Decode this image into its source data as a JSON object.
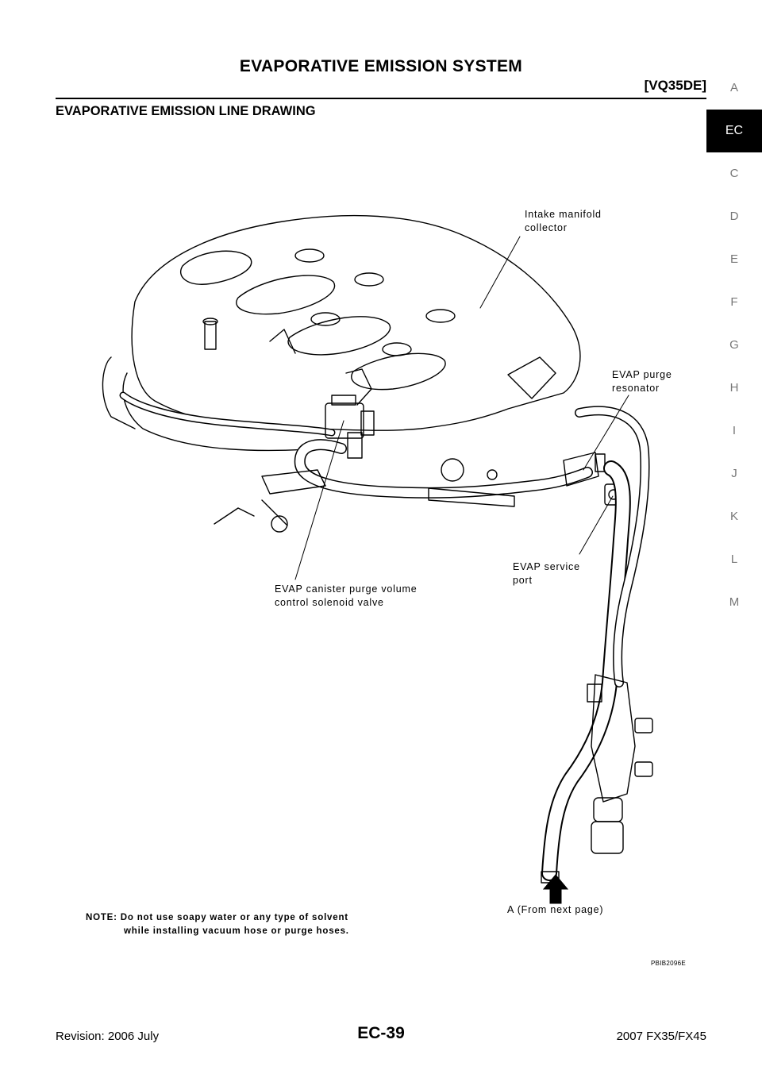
{
  "header": {
    "title": "EVAPORATIVE EMISSION SYSTEM",
    "subtitle": "[VQ35DE]"
  },
  "section_title": "EVAPORATIVE EMISSION LINE DRAWING",
  "side_tabs": [
    "A",
    "EC",
    "C",
    "D",
    "E",
    "F",
    "G",
    "H",
    "I",
    "J",
    "K",
    "L",
    "M"
  ],
  "active_tab": "EC",
  "figure": {
    "callouts": {
      "intake_manifold": [
        "Intake manifold",
        "collector"
      ],
      "purge_resonator": [
        "EVAP purge",
        "resonator"
      ],
      "service_port": [
        "EVAP service",
        "port"
      ],
      "solenoid_valve": [
        "EVAP canister purge volume",
        "control solenoid valve"
      ],
      "from_next_page": "A (From next page)"
    },
    "note": {
      "line1": "NOTE: Do not use soapy water or any type of solvent",
      "line2": "while installing vacuum hose or purge hoses."
    },
    "reference_code": "PBIB2096E"
  },
  "footer": {
    "revision": "Revision: 2006 July",
    "page_number": "EC-39",
    "model": "2007 FX35/FX45"
  }
}
